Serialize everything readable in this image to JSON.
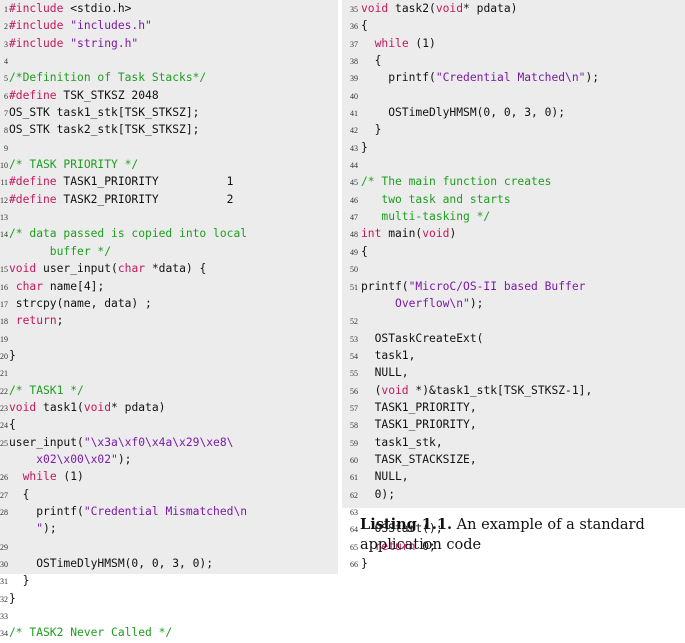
{
  "listing": {
    "left": [
      {
        "n": "1",
        "parts": [
          {
            "t": "#include",
            "c": "pp"
          },
          {
            "t": " <stdio.h>"
          }
        ]
      },
      {
        "n": "2",
        "parts": [
          {
            "t": "#include",
            "c": "pp"
          },
          {
            "t": " \"includes.h\"",
            "c": "st"
          }
        ]
      },
      {
        "n": "3",
        "parts": [
          {
            "t": "#include",
            "c": "pp"
          },
          {
            "t": " \"string.h\"",
            "c": "st"
          }
        ]
      },
      {
        "n": "4",
        "parts": []
      },
      {
        "n": "5",
        "parts": [
          {
            "t": "/*Definition of Task Stacks*/",
            "c": "cm"
          }
        ]
      },
      {
        "n": "6",
        "parts": [
          {
            "t": "#define",
            "c": "pp"
          },
          {
            "t": " TSK_STKSZ 2048"
          }
        ]
      },
      {
        "n": "7",
        "parts": [
          {
            "t": "OS_STK task1_stk[TSK_STKSZ];"
          }
        ]
      },
      {
        "n": "8",
        "parts": [
          {
            "t": "OS_STK task2_stk[TSK_STKSZ];"
          }
        ]
      },
      {
        "n": "9",
        "parts": []
      },
      {
        "n": "10",
        "parts": [
          {
            "t": "/* TASK PRIORITY */",
            "c": "cm"
          }
        ]
      },
      {
        "n": "11",
        "parts": [
          {
            "t": "#define",
            "c": "pp"
          },
          {
            "t": " TASK1_PRIORITY          1"
          }
        ]
      },
      {
        "n": "12",
        "parts": [
          {
            "t": "#define",
            "c": "pp"
          },
          {
            "t": " TASK2_PRIORITY          2"
          }
        ]
      },
      {
        "n": "13",
        "parts": []
      },
      {
        "n": "14",
        "parts": [
          {
            "t": "/* data passed is copied into local",
            "c": "cm"
          }
        ]
      },
      {
        "n": "",
        "parts": [
          {
            "t": "      buffer */",
            "c": "cm"
          }
        ]
      },
      {
        "n": "15",
        "parts": [
          {
            "t": "void",
            "c": "kw"
          },
          {
            "t": " user_input("
          },
          {
            "t": "char",
            "c": "kw"
          },
          {
            "t": " *data) {"
          }
        ]
      },
      {
        "n": "16",
        "parts": [
          {
            "t": " "
          },
          {
            "t": "char",
            "c": "kw"
          },
          {
            "t": " name[4];"
          }
        ]
      },
      {
        "n": "17",
        "parts": [
          {
            "t": " strcpy(name, data) ;"
          }
        ]
      },
      {
        "n": "18",
        "parts": [
          {
            "t": " "
          },
          {
            "t": "return",
            "c": "kw"
          },
          {
            "t": ";"
          }
        ]
      },
      {
        "n": "19",
        "parts": []
      },
      {
        "n": "20",
        "parts": [
          {
            "t": "}"
          }
        ]
      },
      {
        "n": "21",
        "parts": []
      },
      {
        "n": "22",
        "parts": [
          {
            "t": "/* TASK1 */",
            "c": "cm"
          }
        ]
      },
      {
        "n": "23",
        "parts": [
          {
            "t": "void",
            "c": "kw"
          },
          {
            "t": " task1("
          },
          {
            "t": "void",
            "c": "kw"
          },
          {
            "t": "* pdata)"
          }
        ]
      },
      {
        "n": "24",
        "parts": [
          {
            "t": "{"
          }
        ]
      },
      {
        "n": "25",
        "parts": [
          {
            "t": "user_input("
          },
          {
            "t": "\"\\x3a\\xf0\\x4a\\x29\\xe8\\",
            "c": "st"
          }
        ]
      },
      {
        "n": "",
        "parts": [
          {
            "t": "    "
          },
          {
            "t": "x02\\x00\\x02\"",
            "c": "st"
          },
          {
            "t": ");"
          }
        ]
      },
      {
        "n": "26",
        "parts": [
          {
            "t": "  "
          },
          {
            "t": "while",
            "c": "kw"
          },
          {
            "t": " (1)"
          }
        ]
      },
      {
        "n": "27",
        "parts": [
          {
            "t": "  {"
          }
        ]
      },
      {
        "n": "28",
        "parts": [
          {
            "t": "    printf("
          },
          {
            "t": "\"Credential Mismatched\\n",
            "c": "st"
          }
        ]
      },
      {
        "n": "",
        "parts": [
          {
            "t": "    "
          },
          {
            "t": "\"",
            "c": "st"
          },
          {
            "t": ");"
          }
        ]
      },
      {
        "n": "29",
        "parts": []
      },
      {
        "n": "30",
        "parts": [
          {
            "t": "    OSTimeDlyHMSM(0, 0, 3, 0);"
          }
        ]
      },
      {
        "n": "31",
        "parts": [
          {
            "t": "  }"
          }
        ]
      },
      {
        "n": "32",
        "parts": [
          {
            "t": "}"
          }
        ]
      },
      {
        "n": "33",
        "parts": []
      },
      {
        "n": "34",
        "parts": [
          {
            "t": "/* TASK2 Never Called */",
            "c": "cm"
          }
        ]
      }
    ],
    "right": [
      {
        "n": "35",
        "parts": [
          {
            "t": "void",
            "c": "kw"
          },
          {
            "t": " task2("
          },
          {
            "t": "void",
            "c": "kw"
          },
          {
            "t": "* pdata)"
          }
        ]
      },
      {
        "n": "36",
        "parts": [
          {
            "t": "{"
          }
        ]
      },
      {
        "n": "37",
        "parts": [
          {
            "t": "  "
          },
          {
            "t": "while",
            "c": "kw"
          },
          {
            "t": " (1)"
          }
        ]
      },
      {
        "n": "38",
        "parts": [
          {
            "t": "  {"
          }
        ]
      },
      {
        "n": "39",
        "parts": [
          {
            "t": "    printf("
          },
          {
            "t": "\"Credential Matched\\n\"",
            "c": "st"
          },
          {
            "t": ");"
          }
        ]
      },
      {
        "n": "40",
        "parts": []
      },
      {
        "n": "41",
        "parts": [
          {
            "t": "    OSTimeDlyHMSM(0, 0, 3, 0);"
          }
        ]
      },
      {
        "n": "42",
        "parts": [
          {
            "t": "  }"
          }
        ]
      },
      {
        "n": "43",
        "parts": [
          {
            "t": "}"
          }
        ]
      },
      {
        "n": "44",
        "parts": []
      },
      {
        "n": "45",
        "parts": [
          {
            "t": "/* The main function creates",
            "c": "cm"
          }
        ]
      },
      {
        "n": "46",
        "parts": [
          {
            "t": "   two task and starts",
            "c": "cm"
          }
        ]
      },
      {
        "n": "47",
        "parts": [
          {
            "t": "   multi-tasking */",
            "c": "cm"
          }
        ]
      },
      {
        "n": "48",
        "parts": [
          {
            "t": "int",
            "c": "kw"
          },
          {
            "t": " main("
          },
          {
            "t": "void",
            "c": "kw"
          },
          {
            "t": ")"
          }
        ]
      },
      {
        "n": "49",
        "parts": [
          {
            "t": "{"
          }
        ]
      },
      {
        "n": "50",
        "parts": []
      },
      {
        "n": "51",
        "parts": [
          {
            "t": "printf("
          },
          {
            "t": "\"MicroC/OS-II based Buffer",
            "c": "st"
          }
        ]
      },
      {
        "n": "",
        "parts": [
          {
            "t": "     "
          },
          {
            "t": "Overflow\\n\"",
            "c": "st"
          },
          {
            "t": ");"
          }
        ]
      },
      {
        "n": "52",
        "parts": []
      },
      {
        "n": "53",
        "parts": [
          {
            "t": "  OSTaskCreateExt("
          }
        ]
      },
      {
        "n": "54",
        "parts": [
          {
            "t": "  task1,"
          }
        ]
      },
      {
        "n": "55",
        "parts": [
          {
            "t": "  NULL,"
          }
        ]
      },
      {
        "n": "56",
        "parts": [
          {
            "t": "  ("
          },
          {
            "t": "void",
            "c": "kw"
          },
          {
            "t": " *)&task1_stk[TSK_STKSZ-1],"
          }
        ]
      },
      {
        "n": "57",
        "parts": [
          {
            "t": "  TASK1_PRIORITY,"
          }
        ]
      },
      {
        "n": "58",
        "parts": [
          {
            "t": "  TASK1_PRIORITY,"
          }
        ]
      },
      {
        "n": "59",
        "parts": [
          {
            "t": "  task1_stk,"
          }
        ]
      },
      {
        "n": "60",
        "parts": [
          {
            "t": "  TASK_STACKSIZE,"
          }
        ]
      },
      {
        "n": "61",
        "parts": [
          {
            "t": "  NULL,"
          }
        ]
      },
      {
        "n": "62",
        "parts": [
          {
            "t": "  0);"
          }
        ]
      },
      {
        "n": "63",
        "parts": []
      },
      {
        "n": "64",
        "parts": [
          {
            "t": "  OSStart();"
          }
        ]
      },
      {
        "n": "65",
        "parts": [
          {
            "t": "  "
          },
          {
            "t": "return",
            "c": "kw"
          },
          {
            "t": " 0;"
          }
        ]
      },
      {
        "n": "66",
        "parts": [
          {
            "t": "}"
          }
        ]
      }
    ]
  },
  "caption": {
    "label": "Listing 1.1.",
    "text": " An example of a standard application code"
  },
  "colors": {
    "keyword": "#c2185b",
    "comment": "#1e9e1e",
    "string": "#7a1aa6",
    "panel": "#ececec"
  }
}
